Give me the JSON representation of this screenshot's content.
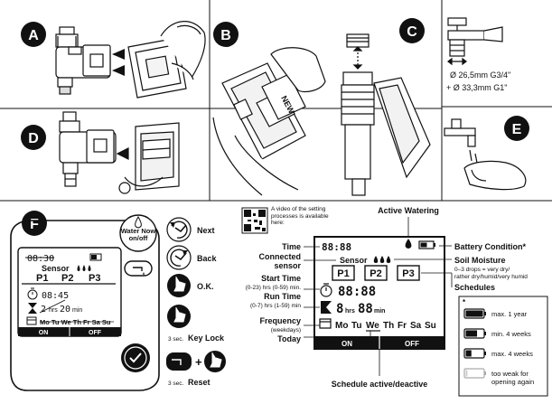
{
  "panels": {
    "A": {
      "letter": "A"
    },
    "B": {
      "letter": "B",
      "label": "NEW"
    },
    "C": {
      "letter": "C",
      "thread1": "Ø 26,5mm G3/4\"",
      "thread2": "+ Ø 33,3mm G1\""
    },
    "D": {
      "letter": "D"
    },
    "E": {
      "letter": "E"
    },
    "F": {
      "letter": "F",
      "water_now": "Water Now on/off",
      "nav": [
        {
          "label": "Next"
        },
        {
          "label": "Back"
        },
        {
          "label": "O.K."
        }
      ],
      "key_lock": {
        "prefix": "3 sec.",
        "label": "Key Lock"
      },
      "reset": {
        "prefix": "3 sec.",
        "label": "Reset"
      },
      "small_lcd": {
        "time": "08:30",
        "sensor": "Sensor",
        "programs": [
          "P1",
          "P2",
          "P3"
        ],
        "start": "08:45",
        "run_h": "2",
        "run_m": "20",
        "run_m_unit": "min",
        "days": "Mo Tu We Th Fr Sa Su",
        "on": "ON",
        "off": "OFF"
      },
      "qr_note": "A video of the setting processes is available here:",
      "display": {
        "time": "88:88",
        "sensor": "Sensor",
        "programs": [
          "P1",
          "P2",
          "P3"
        ],
        "start": "88:88",
        "run_h": "8",
        "run_h_unit": "hrs",
        "run_m": "88",
        "run_m_unit": "min",
        "days": [
          "Mo",
          "Tu",
          "We",
          "Th",
          "Fr",
          "Sa",
          "Su"
        ],
        "on": "ON",
        "off": "OFF"
      },
      "labels": {
        "active_watering": "Active Watering",
        "time": "Time",
        "connected": "Connected",
        "sensor": "sensor",
        "start_time": "Start Time",
        "start_range": "(0-23) hrs (0-59) min.",
        "run_time": "Run Time",
        "run_range": "(0-7) hrs (1-59) min",
        "frequency": "Frequency",
        "weekdays": "(weekdays)",
        "today": "Today",
        "battery": "Battery Condition*",
        "soil": "Soil Moisture",
        "soil_desc1": "0–3 drops = very dry/",
        "soil_desc2": "rather dry/humid/very humid",
        "schedules": "Schedules",
        "schedule_toggle": "Schedule active/deactive"
      },
      "battery_legend": {
        "note": "*",
        "items": [
          {
            "level": 1.0,
            "text": "max. 1 year"
          },
          {
            "level": 0.66,
            "text": "min. 4 weeks"
          },
          {
            "level": 0.33,
            "text": "max. 4 weeks"
          },
          {
            "level": 0.1,
            "text": "too weak for",
            "text2": "opening again"
          }
        ]
      }
    }
  }
}
